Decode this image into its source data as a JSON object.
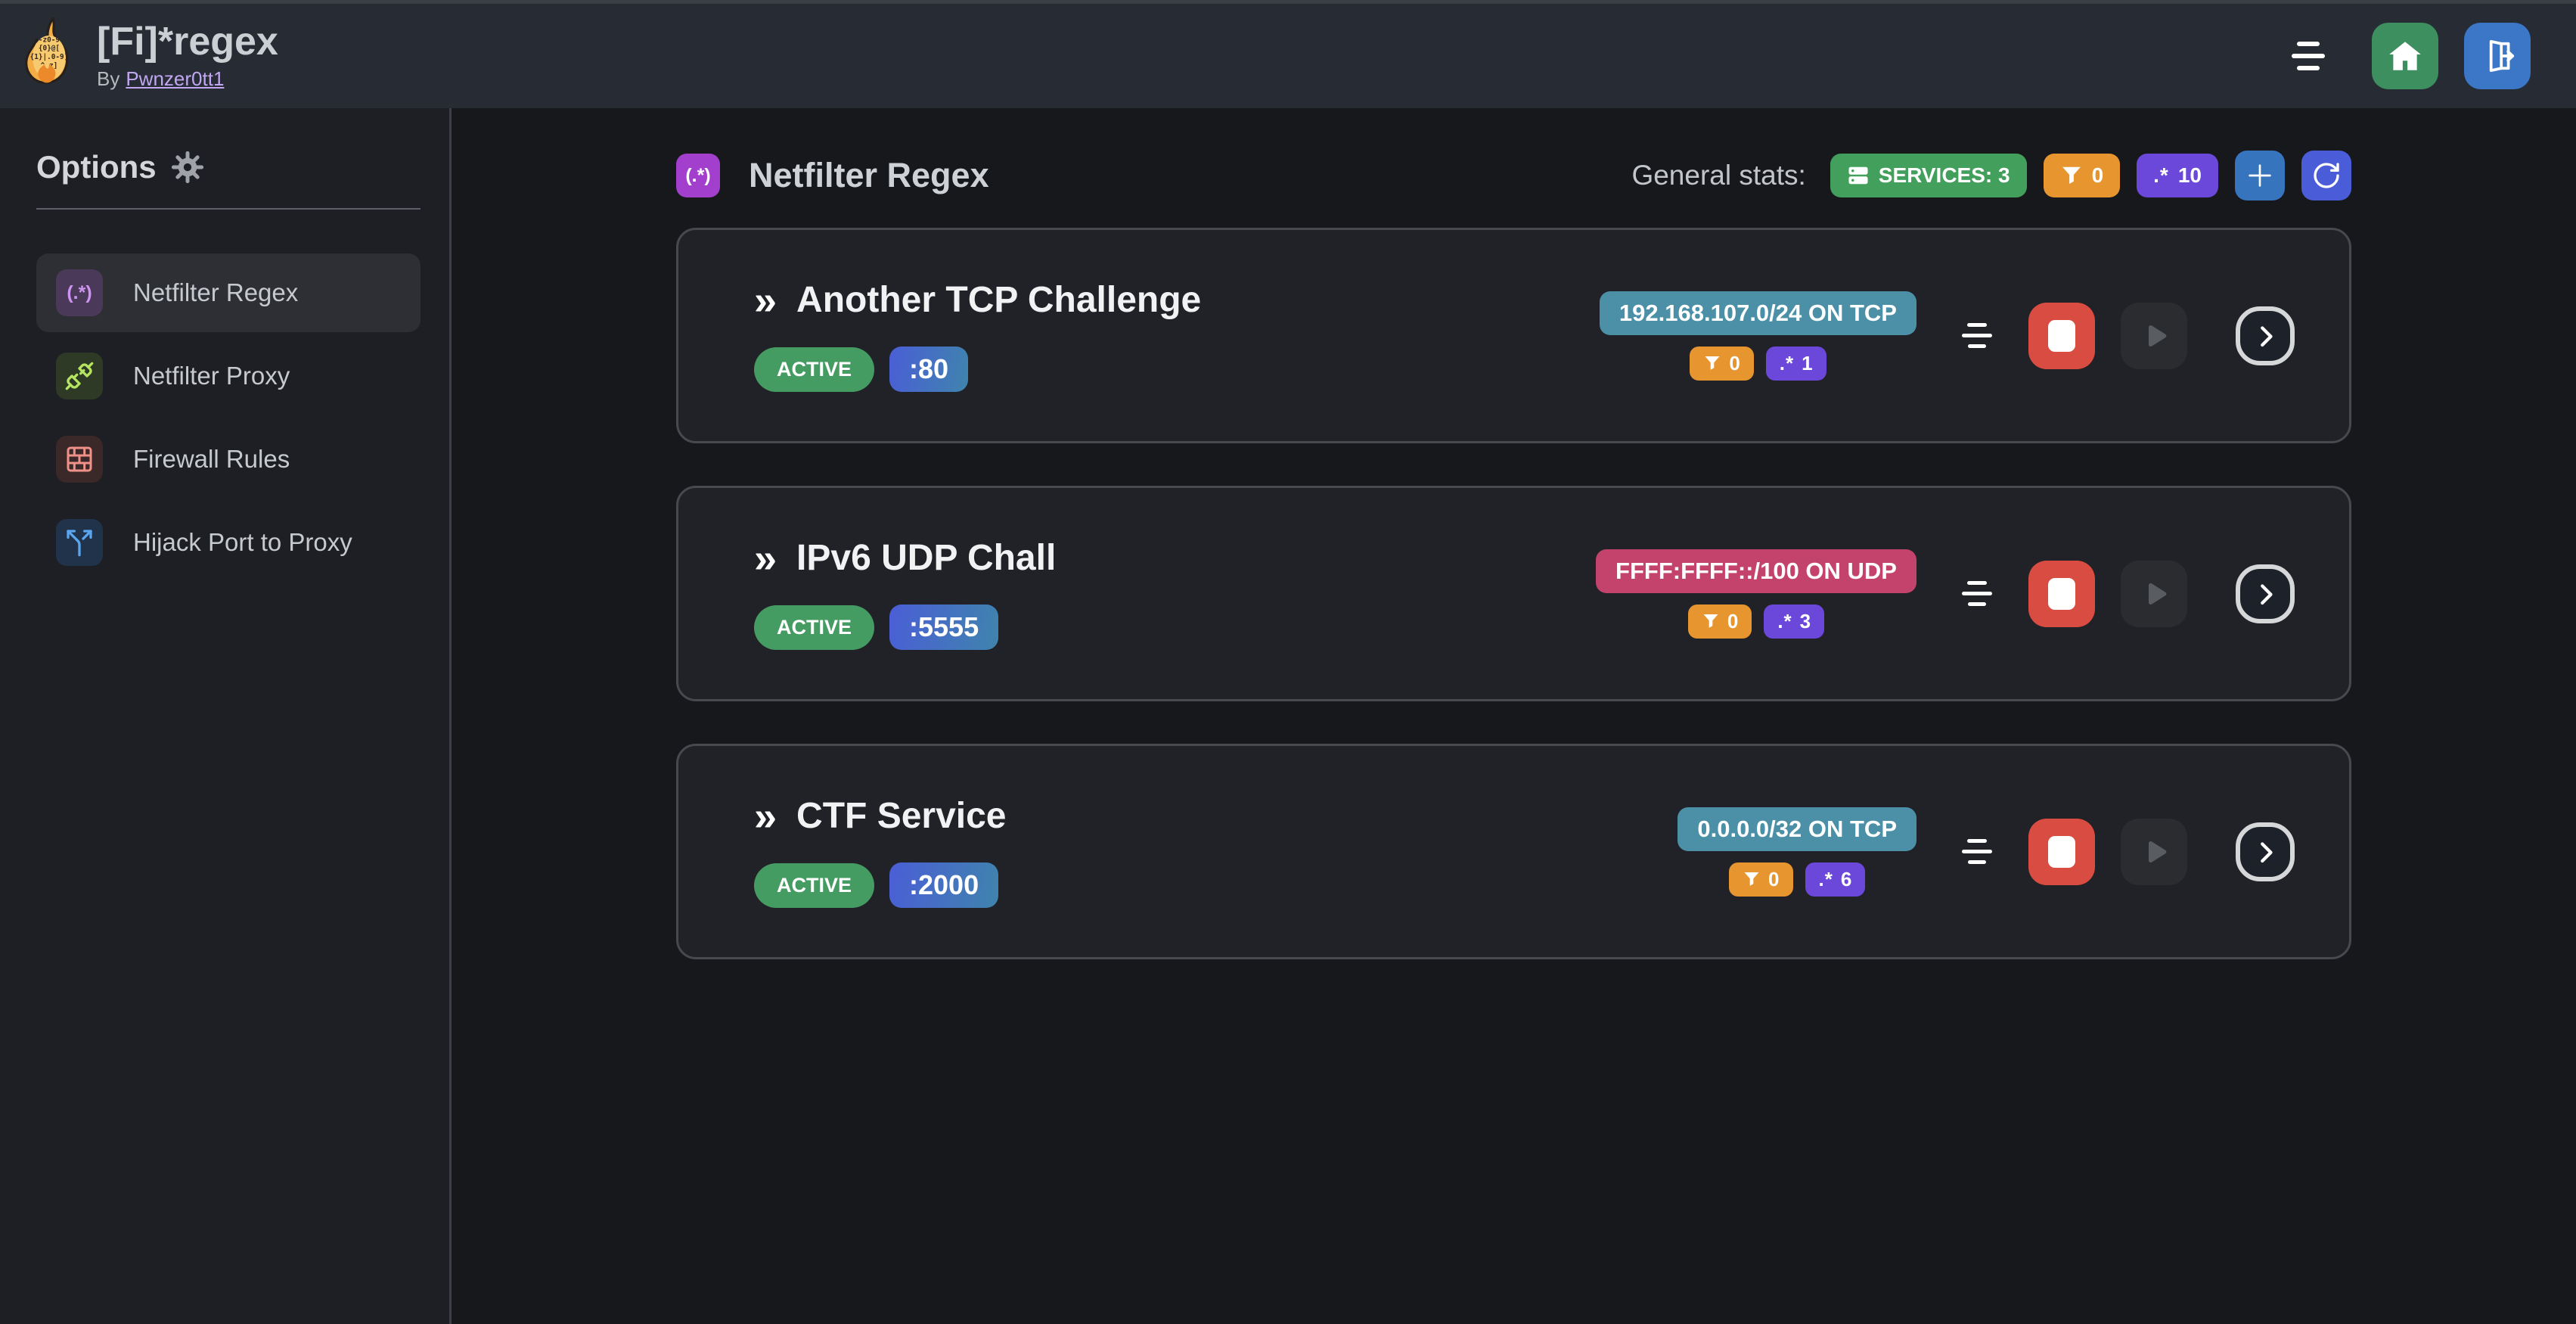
{
  "app": {
    "title": "[Fi]*regex",
    "byline_prefix": "By",
    "byline_link": "Pwnzer0tt1",
    "logo_lines": [
      "-z0-9",
      "{0}@[",
      "{1}|.0-9]",
      "^ z]"
    ]
  },
  "icons": {
    "regex_paren": "(.*)",
    "regex": ".*",
    "double_chevron": "»"
  },
  "sidebar": {
    "heading": "Options",
    "items": [
      {
        "label": "Netfilter Regex"
      },
      {
        "label": "Netfilter Proxy"
      },
      {
        "label": "Firewall Rules"
      },
      {
        "label": "Hijack Port to Proxy"
      }
    ]
  },
  "main": {
    "title": "Netfilter Regex",
    "stats_label": "General stats:",
    "services_badge": "SERVICES: 3",
    "filters_count": "0",
    "regex_count": "10"
  },
  "services": [
    {
      "name": "Another TCP Challenge",
      "status": "ACTIVE",
      "port": ":80",
      "target": "192.168.107.0/24 ON TCP",
      "target_variant": "teal",
      "filters": "0",
      "regexes": "1"
    },
    {
      "name": "IPv6 UDP Chall",
      "status": "ACTIVE",
      "port": ":5555",
      "target": "FFFF:FFFF::/100 ON UDP",
      "target_variant": "pink",
      "filters": "0",
      "regexes": "3"
    },
    {
      "name": "CTF Service",
      "status": "ACTIVE",
      "port": ":2000",
      "target": "0.0.0.0/32 ON TCP",
      "target_variant": "teal",
      "filters": "0",
      "regexes": "6"
    }
  ],
  "colors": {
    "header_bg": "#262b34",
    "sidebar_bg": "#1d1f24",
    "page_bg": "#17181c",
    "card_bg": "#212227",
    "accent_purple": "#a23fcd",
    "green": "#43a05c",
    "orange": "#e7952e",
    "violet": "#6b48d9",
    "teal": "#4b90a6",
    "pink": "#c4436c",
    "red": "#d94c41",
    "home_green": "#3e8f60",
    "logout_blue": "#3b76c7",
    "add_blue": "#3674bd",
    "refresh_indigo": "#4a5cd8",
    "link_lavender": "#c1a6f1"
  }
}
